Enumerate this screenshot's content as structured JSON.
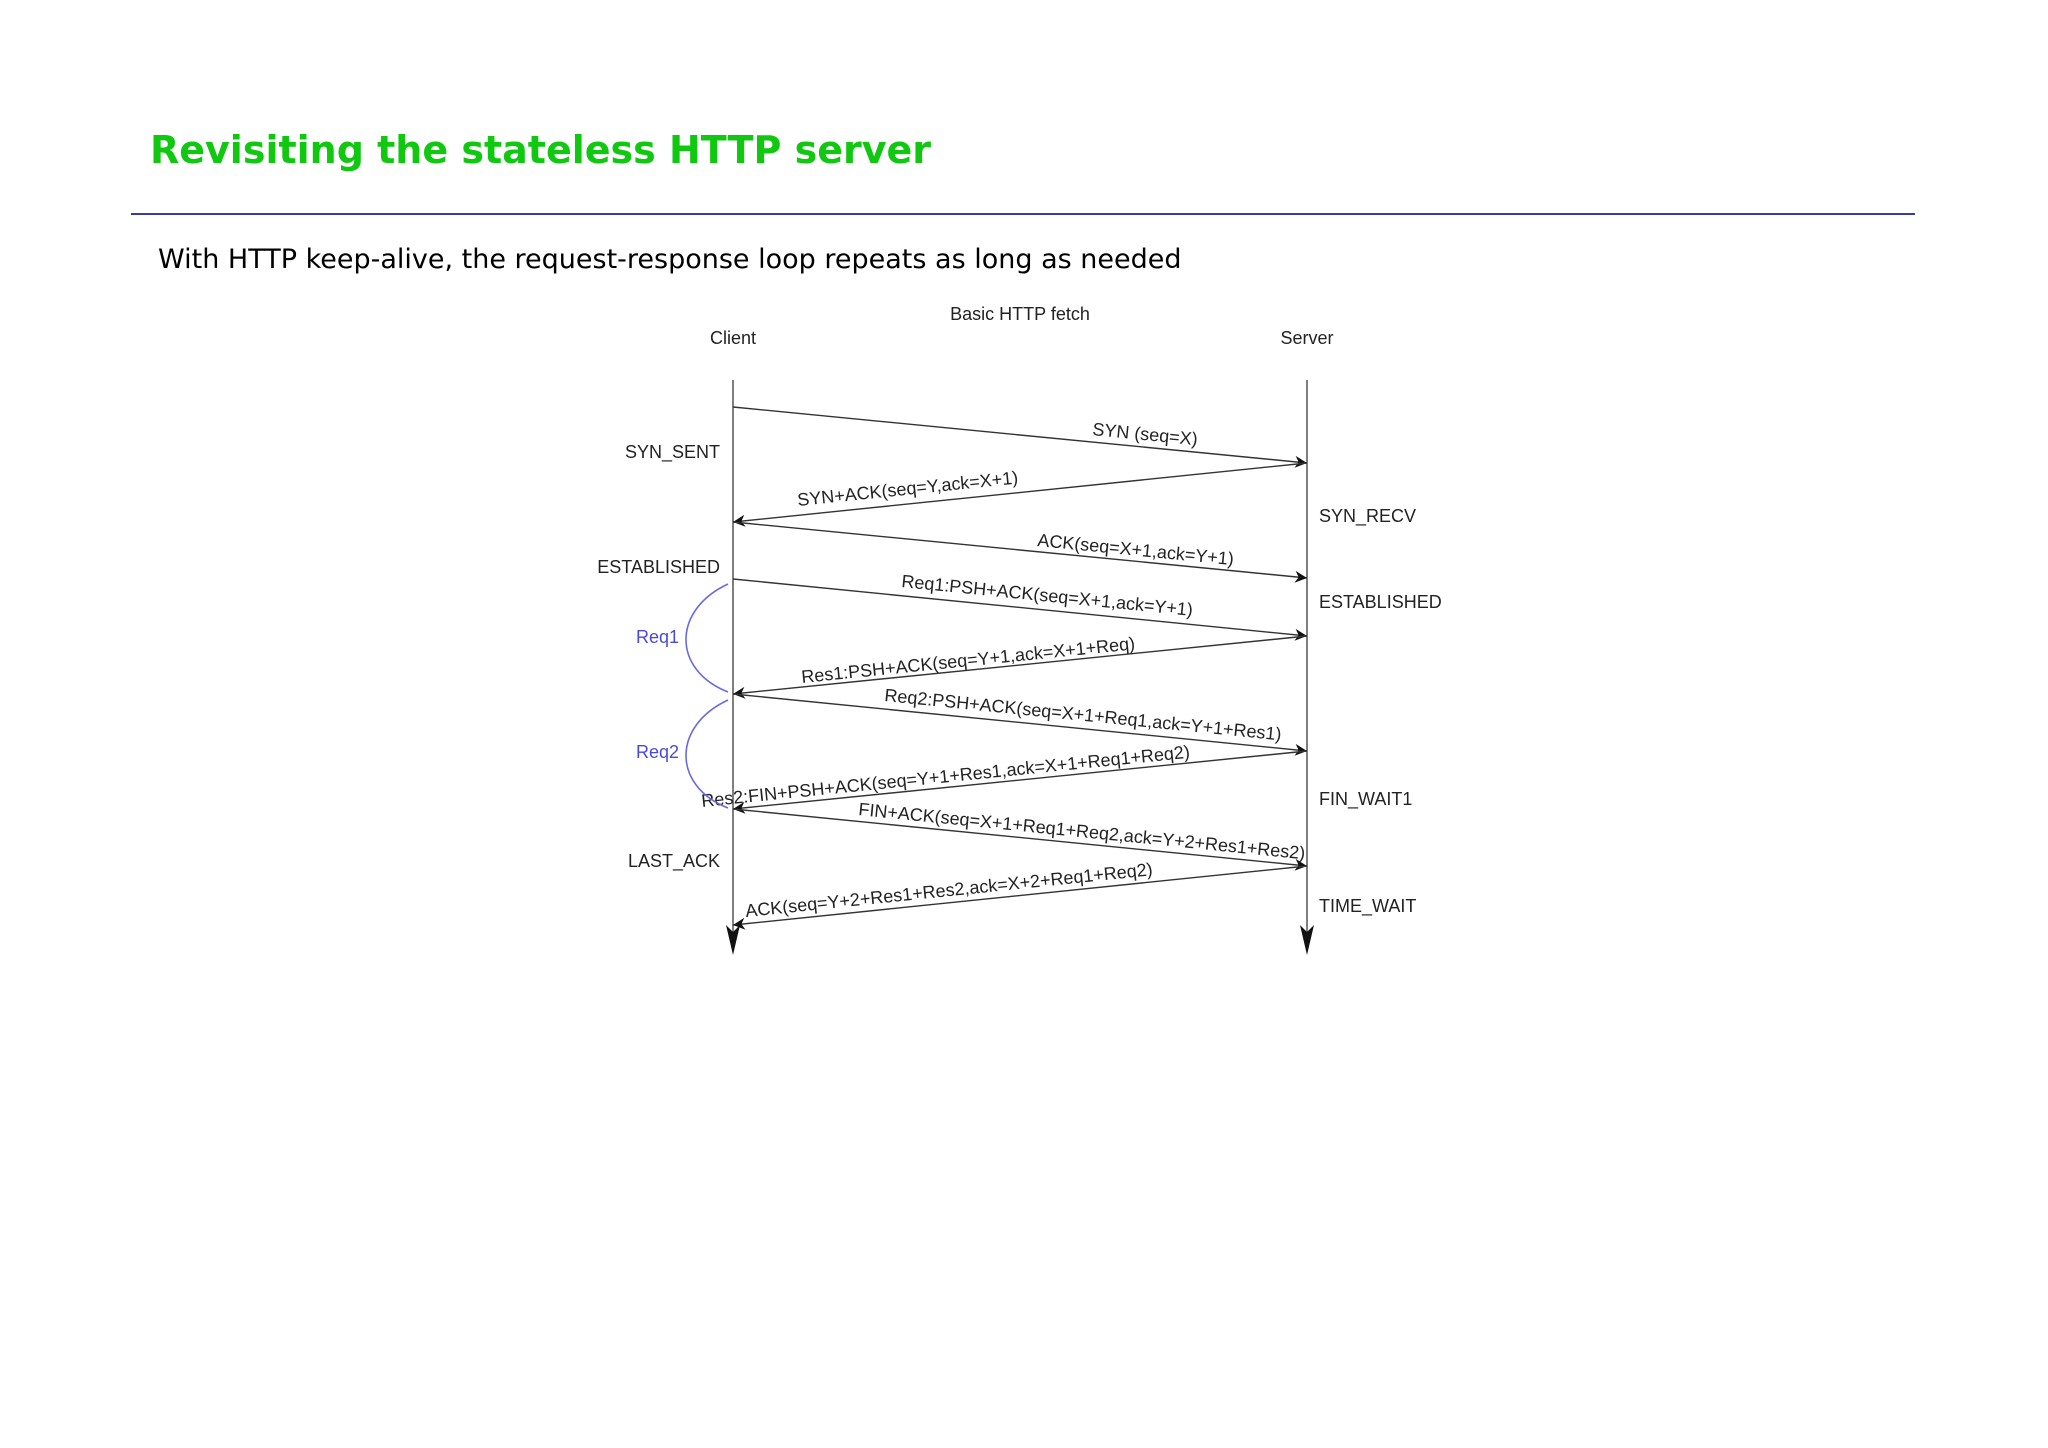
{
  "slide": {
    "title": "Revisiting the stateless HTTP server",
    "subtitle": "With HTTP keep-alive, the request-response loop repeats as long as needed"
  },
  "diagram": {
    "caption": "Basic HTTP fetch",
    "client_label": "Client",
    "server_label": "Server",
    "client_states": {
      "syn_sent": "SYN_SENT",
      "established": "ESTABLISHED",
      "last_ack": "LAST_ACK"
    },
    "server_states": {
      "syn_recv": "SYN_RECV",
      "established": "ESTABLISHED",
      "fin_wait1": "FIN_WAIT1",
      "time_wait": "TIME_WAIT"
    },
    "brackets": {
      "req1": "Req1",
      "req2": "Req2"
    },
    "messages": [
      "SYN (seq=X)",
      "SYN+ACK(seq=Y,ack=X+1)",
      "ACK(seq=X+1,ack=Y+1)",
      "Req1:PSH+ACK(seq=X+1,ack=Y+1)",
      "Res1:PSH+ACK(seq=Y+1,ack=X+1+Req)",
      "Req2:PSH+ACK(seq=X+1+Req1,ack=Y+1+Res1)",
      "Res2:FIN+PSH+ACK(seq=Y+1+Res1,ack=X+1+Req1+Req2)",
      "FIN+ACK(seq=X+1+Req1+Req2,ack=Y+2+Res1+Res2)",
      "ACK(seq=Y+2+Res1+Res2,ack=X+2+Req1+Req2)"
    ],
    "colors": {
      "line": "#333333",
      "bracket": "#6a6ae0",
      "title": "#11c811",
      "rule": "#3a3aa8"
    }
  }
}
